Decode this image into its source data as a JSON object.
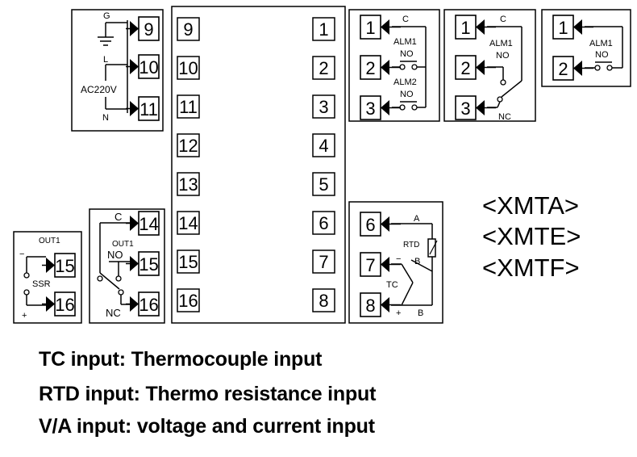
{
  "main_block": {
    "left_numbers": [
      "9",
      "10",
      "11",
      "12",
      "13",
      "14",
      "15",
      "16"
    ],
    "right_numbers": [
      "1",
      "2",
      "3",
      "4",
      "5",
      "6",
      "7",
      "8"
    ]
  },
  "power_box": {
    "terminals": [
      "9",
      "10",
      "11"
    ],
    "label_g": "G",
    "label_l": "L",
    "label_n": "N",
    "label_ac": "AC220V"
  },
  "alarm_box_1": {
    "terminals": [
      "1",
      "2",
      "3"
    ],
    "label_c": "C",
    "alm1": "ALM1",
    "no1": "NO",
    "alm2": "ALM2",
    "no2": "NO"
  },
  "alarm_box_2": {
    "terminals": [
      "1",
      "2",
      "3"
    ],
    "label_c": "C",
    "alm1": "ALM1",
    "no": "NO",
    "nc": "NC"
  },
  "alarm_box_3": {
    "terminals": [
      "1",
      "2"
    ],
    "alm1": "ALM1",
    "no": "NO"
  },
  "ssr_box": {
    "terminals": [
      "15",
      "16"
    ],
    "out1": "OUT1",
    "ssr": "SSR",
    "minus": "−",
    "plus": "+"
  },
  "relay_out_box": {
    "terminals": [
      "14",
      "15",
      "16"
    ],
    "label_c": "C",
    "out1": "OUT1",
    "no": "NO",
    "nc": "NC"
  },
  "input_box": {
    "terminals": [
      "6",
      "7",
      "8"
    ],
    "label_a": "A",
    "rtd": "RTD",
    "minus": "−",
    "b1": "B",
    "tc": "TC",
    "plus": "+",
    "b2": "B"
  },
  "models": [
    "<XMTA>",
    "<XMTE>",
    "<XMTF>"
  ],
  "legend": [
    "TC input: Thermocouple input",
    "RTD input: Thermo resistance input",
    "V/A input: voltage and current input"
  ]
}
